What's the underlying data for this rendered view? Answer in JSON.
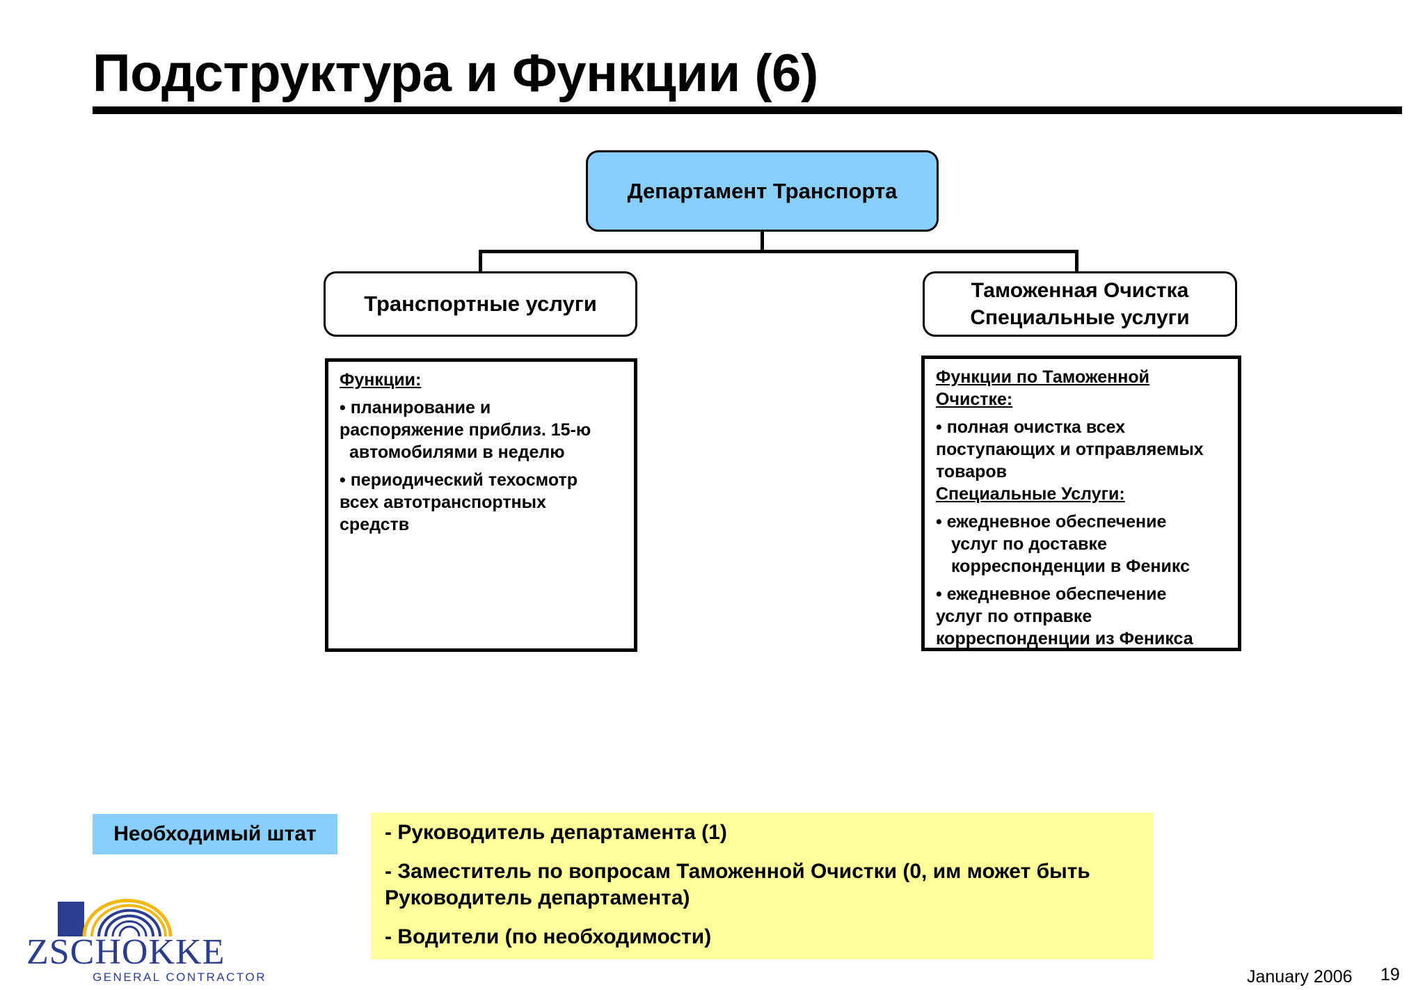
{
  "title": "Подструктура и Функции (6)",
  "org": {
    "root": "Департамент Транспорта",
    "left": "Транспортные услуги",
    "right": [
      "Таможенная Очистка",
      "Специальные услуги"
    ]
  },
  "left_functions": {
    "header": "Функции:",
    "items": [
      [
        "• планирование и",
        "распоряжение  приблиз. 15-ю",
        "автомобилями в неделю"
      ],
      [
        "• периодический техосмотр",
        "всех автотранспортных",
        "средств"
      ]
    ]
  },
  "right_functions": {
    "header": [
      "Функции по Таможенной",
      "Очистке:"
    ],
    "item1": [
      "• полная очистка всех",
      "поступающих и отправляемых",
      "товаров"
    ],
    "header2": "Специальные Услуги:",
    "item2": [
      "• ежедневное обеспечение",
      "услуг по доставке",
      "корреспонденции в Феникс"
    ],
    "item3": [
      "• ежедневное обеспечение",
      "услуг по отправке",
      "корреспонденции из Феникса"
    ]
  },
  "staff": {
    "label": "Необходимый штат",
    "lines": [
      "- Руководитель департамента (1)",
      "- Заместитель по вопросам Таможенной Очистки (0, им может быть",
      "Руководитель департамента)",
      "- Водители (по необходимости)"
    ]
  },
  "logo": {
    "name": "ZSCHOKKE",
    "tagline": "GENERAL CONTRACTOR"
  },
  "footer": {
    "date": "January 2006",
    "page": "19"
  },
  "colors": {
    "accent_blue": "#87cefa",
    "staff_yellow": "#ffff99",
    "logo_blue": "#2b3d8f",
    "logo_gold": "#f2b817"
  }
}
